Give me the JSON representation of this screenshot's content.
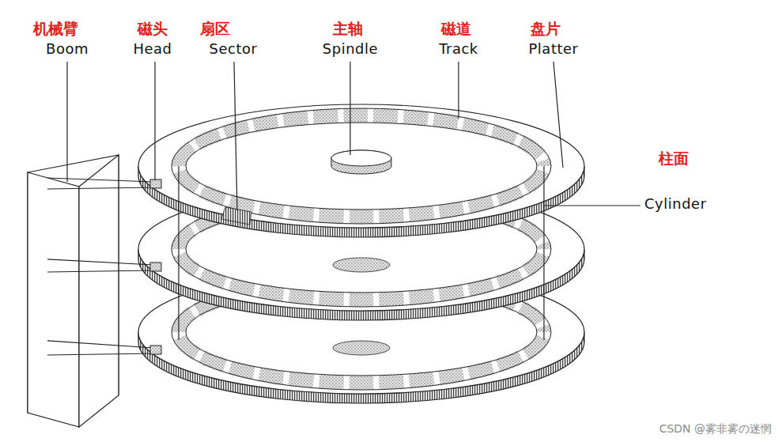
{
  "diagram": {
    "labels": [
      "机械臂",
      "Boom",
      "磁头",
      "Head",
      "扇区",
      "Sector",
      "主轴",
      "Spindle",
      "磁道",
      "Track",
      "盘片",
      "Platter",
      "柱面",
      "Cylinder",
      "CSDN @雾非雾の迷惘"
    ]
  }
}
